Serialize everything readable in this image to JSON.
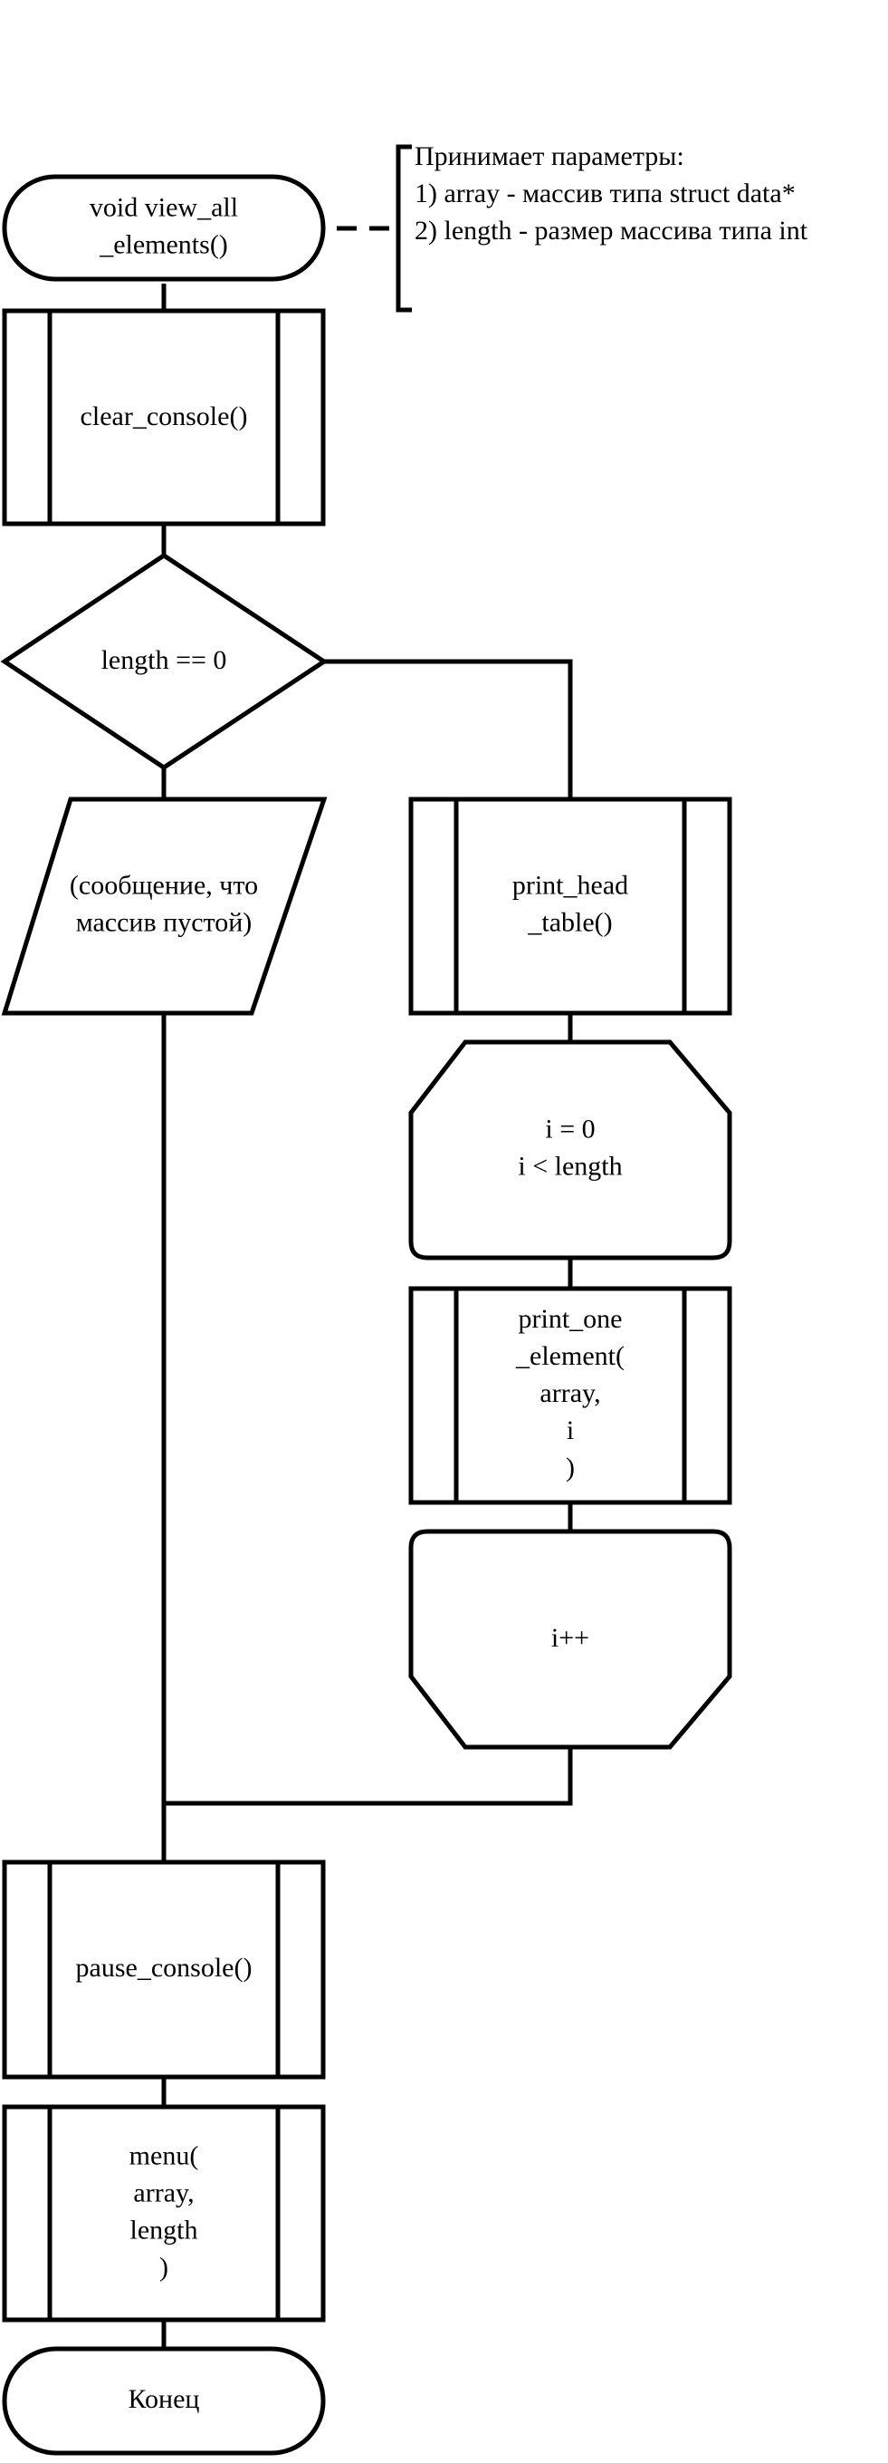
{
  "start": {
    "label": [
      "void view_all",
      "_elements()"
    ]
  },
  "comment": {
    "lines": [
      "Принимает параметры:",
      "1) array - массив типа struct data*",
      "2) length - размер массива типа int"
    ]
  },
  "clear_console": {
    "label": [
      "clear_console()"
    ]
  },
  "decision": {
    "label": [
      "length == 0"
    ]
  },
  "empty_message": {
    "label": [
      "(сообщение, что",
      "массив пустой)"
    ]
  },
  "print_head": {
    "label": [
      "print_head",
      "_table()"
    ]
  },
  "loop_start": {
    "label": [
      "i = 0",
      "i < length"
    ]
  },
  "print_one": {
    "label": [
      "print_one",
      "_element(",
      "array,",
      "i",
      ")"
    ]
  },
  "loop_end": {
    "label": [
      "i++"
    ]
  },
  "pause_console": {
    "label": [
      "pause_console()"
    ]
  },
  "menu": {
    "label": [
      "menu(",
      "array,",
      "length",
      ")"
    ]
  },
  "end": {
    "label": [
      "Конец"
    ]
  }
}
